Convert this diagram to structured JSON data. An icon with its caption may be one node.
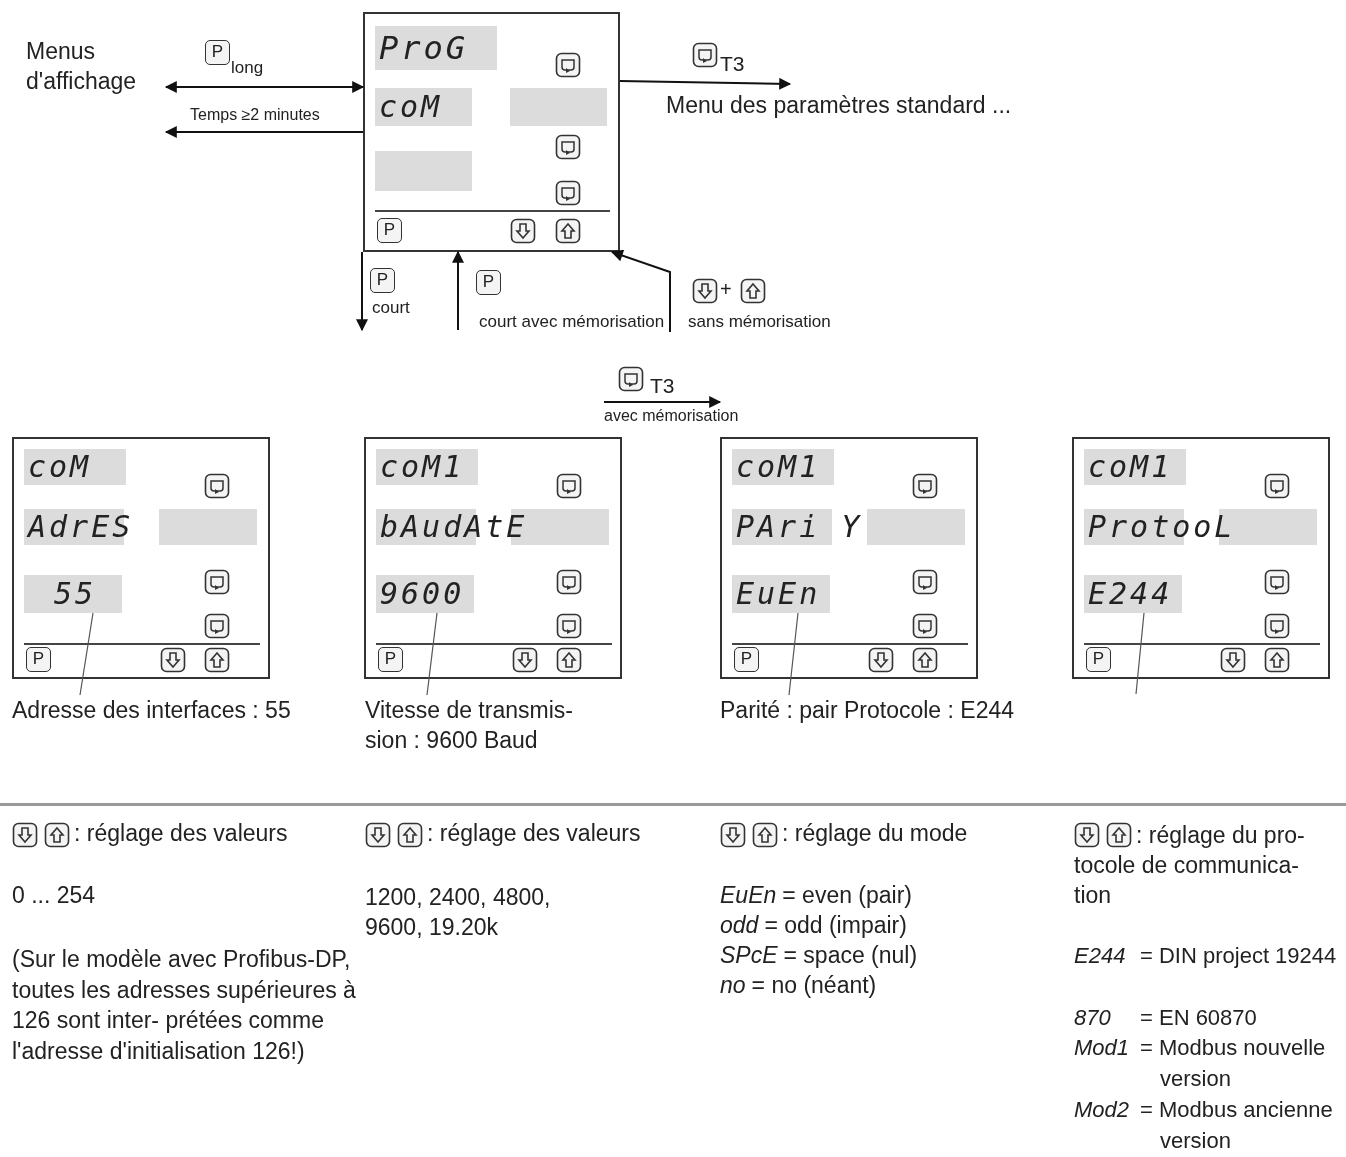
{
  "diagram": {
    "nodes": [
      {
        "text": [
          "Menus d'affichage"
        ]
      },
      {
        "text": [],
        "shape": "box"
      },
      {
        "text": [
          "ProG"
        ],
        "in": 1
      },
      {
        "text": [
          "coM"
        ],
        "in": 1
      },
      {
        "text": [],
        "shape": "box",
        "in": 1
      },
      {
        "text": [],
        "shape": "box",
        "in": 1
      },
      {
        "text": [
          "Menu des paramètres standard ..."
        ]
      },
      {
        "text": [],
        "shape": "box"
      },
      {
        "text": [
          "coM"
        ],
        "in": 7
      },
      {
        "text": [
          "AdrES"
        ],
        "in": 7
      },
      {
        "text": [],
        "shape": "box",
        "in": 7
      },
      {
        "text": [
          "55"
        ],
        "in": 7
      },
      {
        "text": [],
        "shape": "box"
      },
      {
        "text": [
          "coM1"
        ],
        "in": 12
      },
      {
        "text": [
          "bAudAtE"
        ],
        "in": 12
      },
      {
        "text": [],
        "shape": "box",
        "in": 12
      },
      {
        "text": [
          "9600"
        ],
        "in": 12
      },
      {
        "text": [],
        "shape": "box"
      },
      {
        "text": [
          "coM1"
        ],
        "in": 17
      },
      {
        "text": [
          "PAri Y"
        ],
        "in": 17
      },
      {
        "text": [],
        "shape": "box",
        "in": 17
      },
      {
        "text": [
          "EuEn"
        ],
        "in": 17
      },
      {
        "text": [],
        "shape": "box"
      },
      {
        "text": [
          "coM1"
        ],
        "in": 22
      },
      {
        "text": [
          "ProtooL"
        ],
        "in": 22
      },
      {
        "text": [],
        "shape": "box",
        "in": 22
      },
      {
        "text": [
          "E244"
        ],
        "in": 22
      },
      {
        "text": [
          "Adresse des interfaces : 55"
        ]
      },
      {
        "text": [
          "Vitesse de transmis- sion : 9600 Baud"
        ]
      },
      {
        "text": [
          "Parité : pair Protocole : E244"
        ]
      }
    ],
    "edges": [
      {
        "from": 0,
        "to": 1,
        "arrow": "both",
        "label": "long"
      },
      {
        "from": 1,
        "to": 0,
        "arrow": "to",
        "label": "Temps ≥2 minutes"
      },
      {
        "from": 1,
        "to": 6,
        "arrow": "to",
        "label": "T3"
      },
      {
        "from": 1,
        "to": null,
        "arrow": "to",
        "label": "court"
      },
      {
        "from": null,
        "to": 1,
        "arrow": "to",
        "label": "court avec mémorisation"
      },
      {
        "from": null,
        "to": 1,
        "arrow": "to",
        "label": "sans mémorisation"
      },
      {
        "from": 27,
        "to": 11,
        "arrow": "none"
      },
      {
        "from": 28,
        "to": 16,
        "arrow": "none"
      },
      {
        "from": 29,
        "to": 21,
        "arrow": "none"
      },
      {
        "from": null,
        "to": 26,
        "arrow": "none"
      }
    ],
    "labels": [
      "P",
      "P",
      "P",
      "P",
      "+",
      "T3",
      "avec mémorisation",
      "P",
      "P",
      "P",
      "P",
      ": réglage des valeurs",
      ": réglage des valeurs",
      ": réglage du mode",
      ": réglage du pro- tocole de communica- tion",
      "0 ... 254",
      "1200, 2400, 4800, 9600, 19.20k",
      "*EuEn* = even (pair)",
      "*odd* = odd (impair)",
      "*SPcE* = space (nul)",
      "*no* = no (néant)",
      "(Sur le modèle avec Profibus-DP, toutes les adresses supérieures à 126 sont inter- prétées comme l'adresse d'initialisation 126!)",
      "*E244* = DIN project 19244",
      "*870* = EN 60870",
      "*Mod1* = Modbus nouvelle version",
      "*Mod2* = Modbus ancienne version"
    ]
  }
}
